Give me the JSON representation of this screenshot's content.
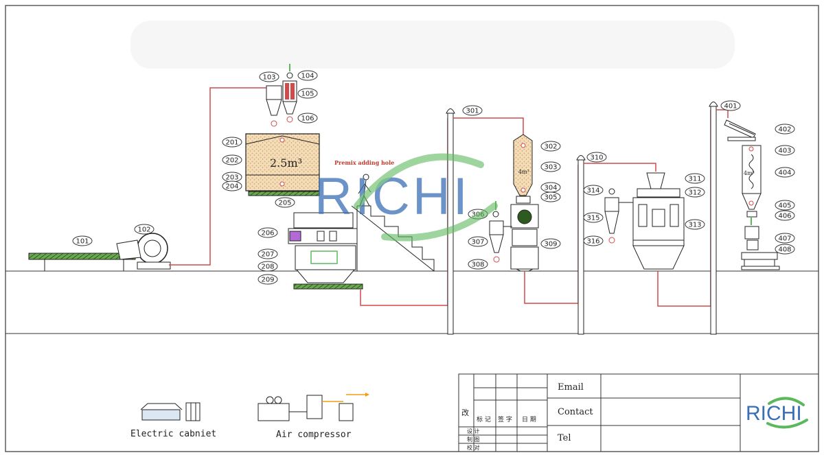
{
  "labels": {
    "top_row": [
      "101",
      "102",
      "103",
      "104",
      "105",
      "106",
      "201",
      "202",
      "203",
      "204",
      "205",
      "206",
      "207",
      "208",
      "209"
    ],
    "mid_row": [
      "301",
      "302",
      "303",
      "304",
      "305",
      "306",
      "307",
      "308",
      "309"
    ],
    "right_row": [
      "310",
      "311",
      "312",
      "313",
      "314",
      "315",
      "316",
      "401",
      "402",
      "403",
      "404",
      "405",
      "406",
      "407",
      "408"
    ]
  },
  "volumes": {
    "bin_201": "2.5m³",
    "bin_302": "4m³",
    "bin_403": "4m³"
  },
  "annotation": "Premix adding hole",
  "watermark": "RICHI",
  "legend": {
    "electric": "Electric cabniet",
    "air": "Air compressor"
  },
  "title_block": {
    "email_label": "Email",
    "contact_label": "Contact",
    "tel_label": "Tel",
    "gai": "改",
    "header_cols": [
      "标 记",
      "签 字",
      "日 期"
    ],
    "rows": [
      "设  计",
      "制  图",
      "校  对"
    ],
    "logo": "RICHI"
  },
  "colors": {
    "line": "#222222",
    "pipe": "#d24a4a",
    "green": "#5cb85c",
    "blue": "#3a6fb5",
    "sand": "#e9c79a"
  }
}
